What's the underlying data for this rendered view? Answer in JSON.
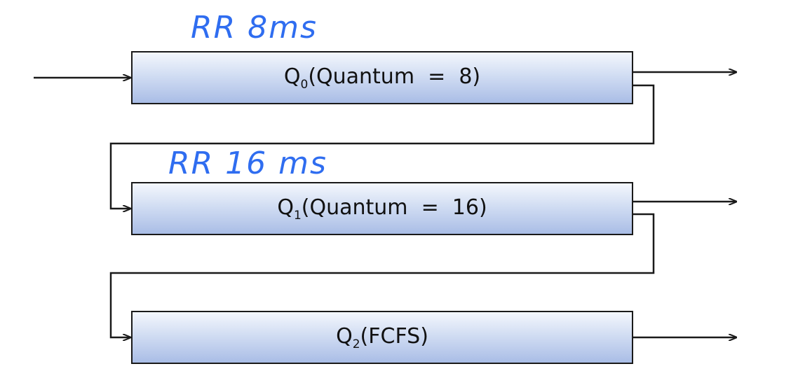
{
  "queues": [
    {
      "name": "Q",
      "sub": "0",
      "desc": "(Quantum  =  8)"
    },
    {
      "name": "Q",
      "sub": "1",
      "desc": "(Quantum  =  16)"
    },
    {
      "name": "Q",
      "sub": "2",
      "desc": "(FCFS)"
    }
  ],
  "annotations": {
    "q0_note": "RR 8ms",
    "q1_note": "RR 16 ms"
  },
  "colors": {
    "box_top": "#f4f7fd",
    "box_bottom": "#a9bde6",
    "stroke": "#1a1a1a",
    "annotation": "#2f6df0"
  }
}
